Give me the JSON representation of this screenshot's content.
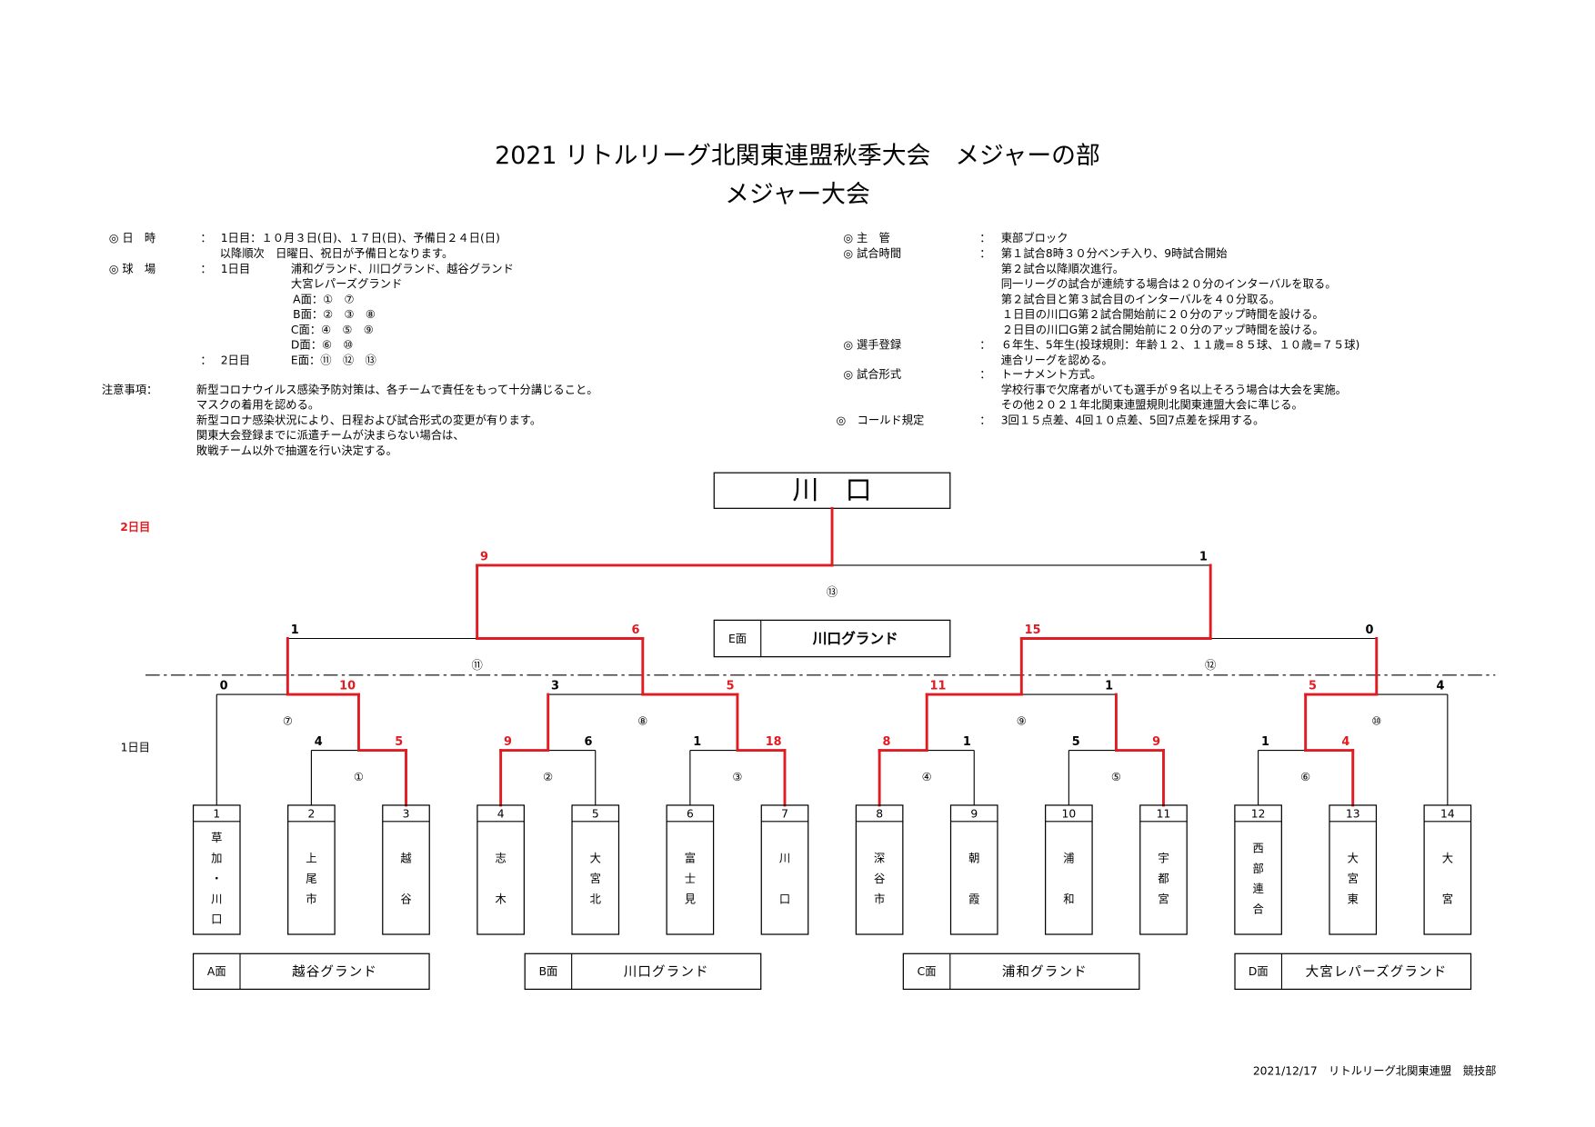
{
  "title": "2021 リトルリーグ北関東連盟秋季大会　メジャーの部",
  "subtitle": "メジャー大会",
  "colon": "：",
  "left_info": {
    "schedule_label": "◎ 日　時",
    "schedule_line1": "1日目：１０月３日(日)、１７日(日)、予備日２４日(日)",
    "schedule_line2": "以降順次　日曜日、祝日が予備日となります。",
    "venue_label": "◎ 球　場",
    "venue_day1": "1日目",
    "venue_day1_grounds": "浦和グランド、川口グランド、越谷グランド",
    "venue_day1_grounds2": "大宮レパーズグランド",
    "fields": [
      "A面：①　⑦",
      "B面：②　③　⑧",
      "C面：④　⑤　⑨",
      "D面：⑥　⑩"
    ],
    "venue_day2": "2日目",
    "venue_day2_field": "E面：⑪　⑫　⑬"
  },
  "notes": {
    "label": "注意事項：",
    "lines": [
      "新型コロナウイルス感染予防対策は、各チームで責任をもって十分講じること。",
      "マスクの着用を認める。",
      "新型コロナ感染状況により、日程および試合形式の変更が有ります。",
      "関東大会登録までに派遣チームが決まらない場合は、",
      "敗戦チーム以外で抽選を行い決定する。"
    ]
  },
  "right_info": {
    "organizer_label": "◎ 主　管",
    "organizer": "東部ブロック",
    "game_time_label": "◎ 試合時間",
    "game_time_lines": [
      "第１試合8時３０分ベンチ入り、9時試合開始",
      "第２試合以降順次進行。",
      "同一リーグの試合が連続する場合は２０分のインターバルを取る。",
      "第２試合目と第３試合目のインターバルを４０分取る。",
      "１日目の川口G第２試合開始前に２０分のアップ時間を設ける。",
      "２日目の川口G第２試合開始前に２０分のアップ時間を設ける。"
    ],
    "registration_label": "◎ 選手登録",
    "registration_lines": [
      "６年生、5年生(投球規則：年齢１２、１１歳=８５球、１０歳=７５球)",
      "連合リーグを認める。"
    ],
    "format_label": "◎ 試合形式",
    "format_lines": [
      "トーナメント方式。",
      "学校行事で欠席者がいても選手が９名以上そろう場合は大会を実施。",
      "その他２０２１年北関東連盟規則北関東連盟大会に準じる。"
    ],
    "called_game_label": "◎　コールド規定",
    "called_game": "3回１５点差、4回１０点差、5回7点差を採用する。"
  },
  "champion": "川　口",
  "day2_label": "2日目",
  "day1_label": "1日目",
  "final_field": {
    "field": "E面",
    "ground": "川口グランド"
  },
  "teams": [
    {
      "no": "1",
      "name": "草加・川口"
    },
    {
      "no": "2",
      "name": "上尾市"
    },
    {
      "no": "3",
      "name": "越谷"
    },
    {
      "no": "4",
      "name": "志木"
    },
    {
      "no": "5",
      "name": "大宮北"
    },
    {
      "no": "6",
      "name": "富士見"
    },
    {
      "no": "7",
      "name": "川口"
    },
    {
      "no": "8",
      "name": "深谷市"
    },
    {
      "no": "9",
      "name": "朝霞"
    },
    {
      "no": "10",
      "name": "浦和"
    },
    {
      "no": "11",
      "name": "宇都宮"
    },
    {
      "no": "12",
      "name": "西部連合"
    },
    {
      "no": "13",
      "name": "大宮東"
    },
    {
      "no": "14",
      "name": "大宮"
    }
  ],
  "games": [
    {
      "label": "①",
      "children": [
        {
          "team": 2
        },
        {
          "team": 3
        }
      ],
      "scores": [
        "4",
        "5"
      ],
      "winner": 1
    },
    {
      "label": "②",
      "children": [
        {
          "team": 4
        },
        {
          "team": 5
        }
      ],
      "scores": [
        "9",
        "6"
      ],
      "winner": 0
    },
    {
      "label": "③",
      "children": [
        {
          "team": 6
        },
        {
          "team": 7
        }
      ],
      "scores": [
        "1",
        "18"
      ],
      "winner": 1
    },
    {
      "label": "④",
      "children": [
        {
          "team": 8
        },
        {
          "team": 9
        }
      ],
      "scores": [
        "8",
        "1"
      ],
      "winner": 0
    },
    {
      "label": "⑤",
      "children": [
        {
          "team": 10
        },
        {
          "team": 11
        }
      ],
      "scores": [
        "5",
        "9"
      ],
      "winner": 1
    },
    {
      "label": "⑥",
      "children": [
        {
          "team": 12
        },
        {
          "team": 13
        }
      ],
      "scores": [
        "1",
        "4"
      ],
      "winner": 1
    },
    {
      "label": "⑦",
      "children": [
        {
          "team": 1
        },
        {
          "game": 1
        }
      ],
      "scores": [
        "0",
        "10"
      ],
      "winner": 1
    },
    {
      "label": "⑧",
      "children": [
        {
          "game": 2
        },
        {
          "game": 3
        }
      ],
      "scores": [
        "3",
        "5"
      ],
      "winner": 1
    },
    {
      "label": "⑨",
      "children": [
        {
          "game": 4
        },
        {
          "game": 5
        }
      ],
      "scores": [
        "11",
        "1"
      ],
      "winner": 0
    },
    {
      "label": "⑩",
      "children": [
        {
          "game": 6
        },
        {
          "team": 14
        }
      ],
      "scores": [
        "5",
        "4"
      ],
      "winner": 0
    },
    {
      "label": "⑪",
      "children": [
        {
          "game": 7
        },
        {
          "game": 8
        }
      ],
      "scores": [
        "1",
        "6"
      ],
      "winner": 1
    },
    {
      "label": "⑫",
      "children": [
        {
          "game": 9
        },
        {
          "game": 10
        }
      ],
      "scores": [
        "15",
        "0"
      ],
      "winner": 0
    },
    {
      "label": "⑬",
      "children": [
        {
          "game": 11
        },
        {
          "game": 12
        }
      ],
      "scores": [
        "9",
        "1"
      ],
      "winner": 0
    }
  ],
  "field_assignments": [
    {
      "field": "A面",
      "ground": "越谷グランド"
    },
    {
      "field": "B面",
      "ground": "川口グランド"
    },
    {
      "field": "C面",
      "ground": "浦和グランド"
    },
    {
      "field": "D面",
      "ground": "大宮レパーズグランド"
    }
  ],
  "footer": "2021/12/17　リトルリーグ北関東連盟　競技部",
  "colors": {
    "winner_line": "#e11b22",
    "line": "#000000"
  }
}
